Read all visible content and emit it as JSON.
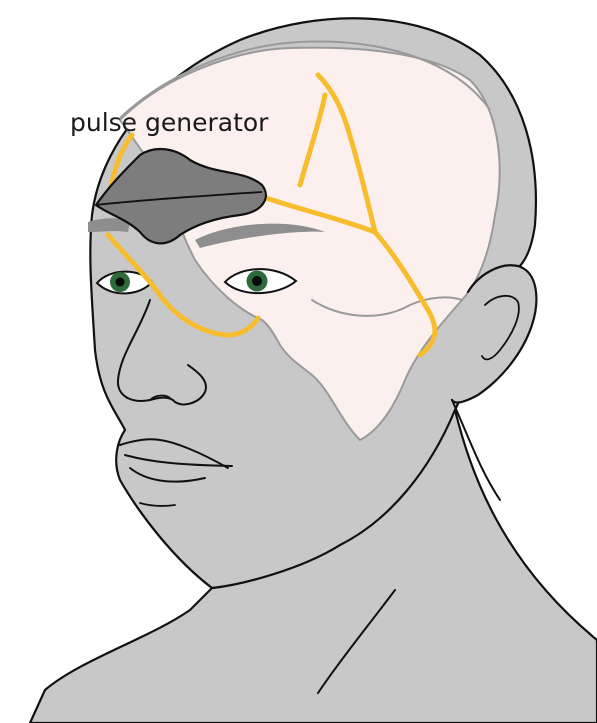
{
  "labels": {
    "device": "pulse generator"
  },
  "colors": {
    "skin": "#c8c8c8",
    "outline": "#111111",
    "stimulated_region": "#fbf0ee",
    "region_border": "#9a9a9a",
    "nerve": "#f7bd2f",
    "device_fill": "#7d7d7d",
    "device_dark": "#4c4c4c",
    "brow": "#8e8e8e",
    "iris": "#2e6b3c",
    "pupil": "#0a0a0a"
  },
  "icons": {
    "device": "pulse-generator-implant",
    "nerves": "facial-nerve-branches"
  }
}
